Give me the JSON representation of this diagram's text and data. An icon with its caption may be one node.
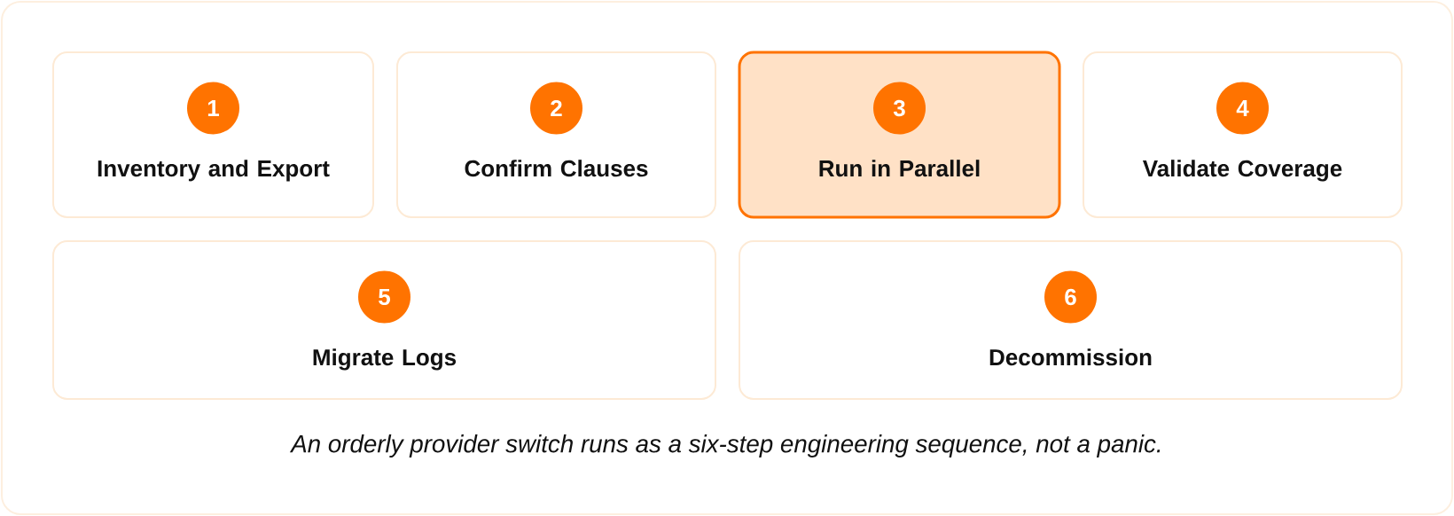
{
  "diagram": {
    "nodes": [
      {
        "text": [
          "Inventory and Export"
        ]
      },
      {
        "text": [
          "1"
        ],
        "in": 0
      },
      {
        "text": [
          "Confirm Clauses"
        ]
      },
      {
        "text": [
          "2"
        ],
        "in": 2
      },
      {
        "text": [
          "Run in Parallel"
        ]
      },
      {
        "text": [
          "3"
        ],
        "in": 4
      },
      {
        "text": [
          "Validate Coverage"
        ]
      },
      {
        "text": [
          "4"
        ],
        "in": 6
      },
      {
        "text": [
          "Migrate Logs"
        ]
      },
      {
        "text": [
          "5"
        ],
        "in": 8
      },
      {
        "text": [
          "Decommission"
        ]
      },
      {
        "text": [
          "6"
        ],
        "in": 10
      }
    ],
    "caption": "An orderly provider switch runs as a six-step engineering sequence, not a panic."
  }
}
